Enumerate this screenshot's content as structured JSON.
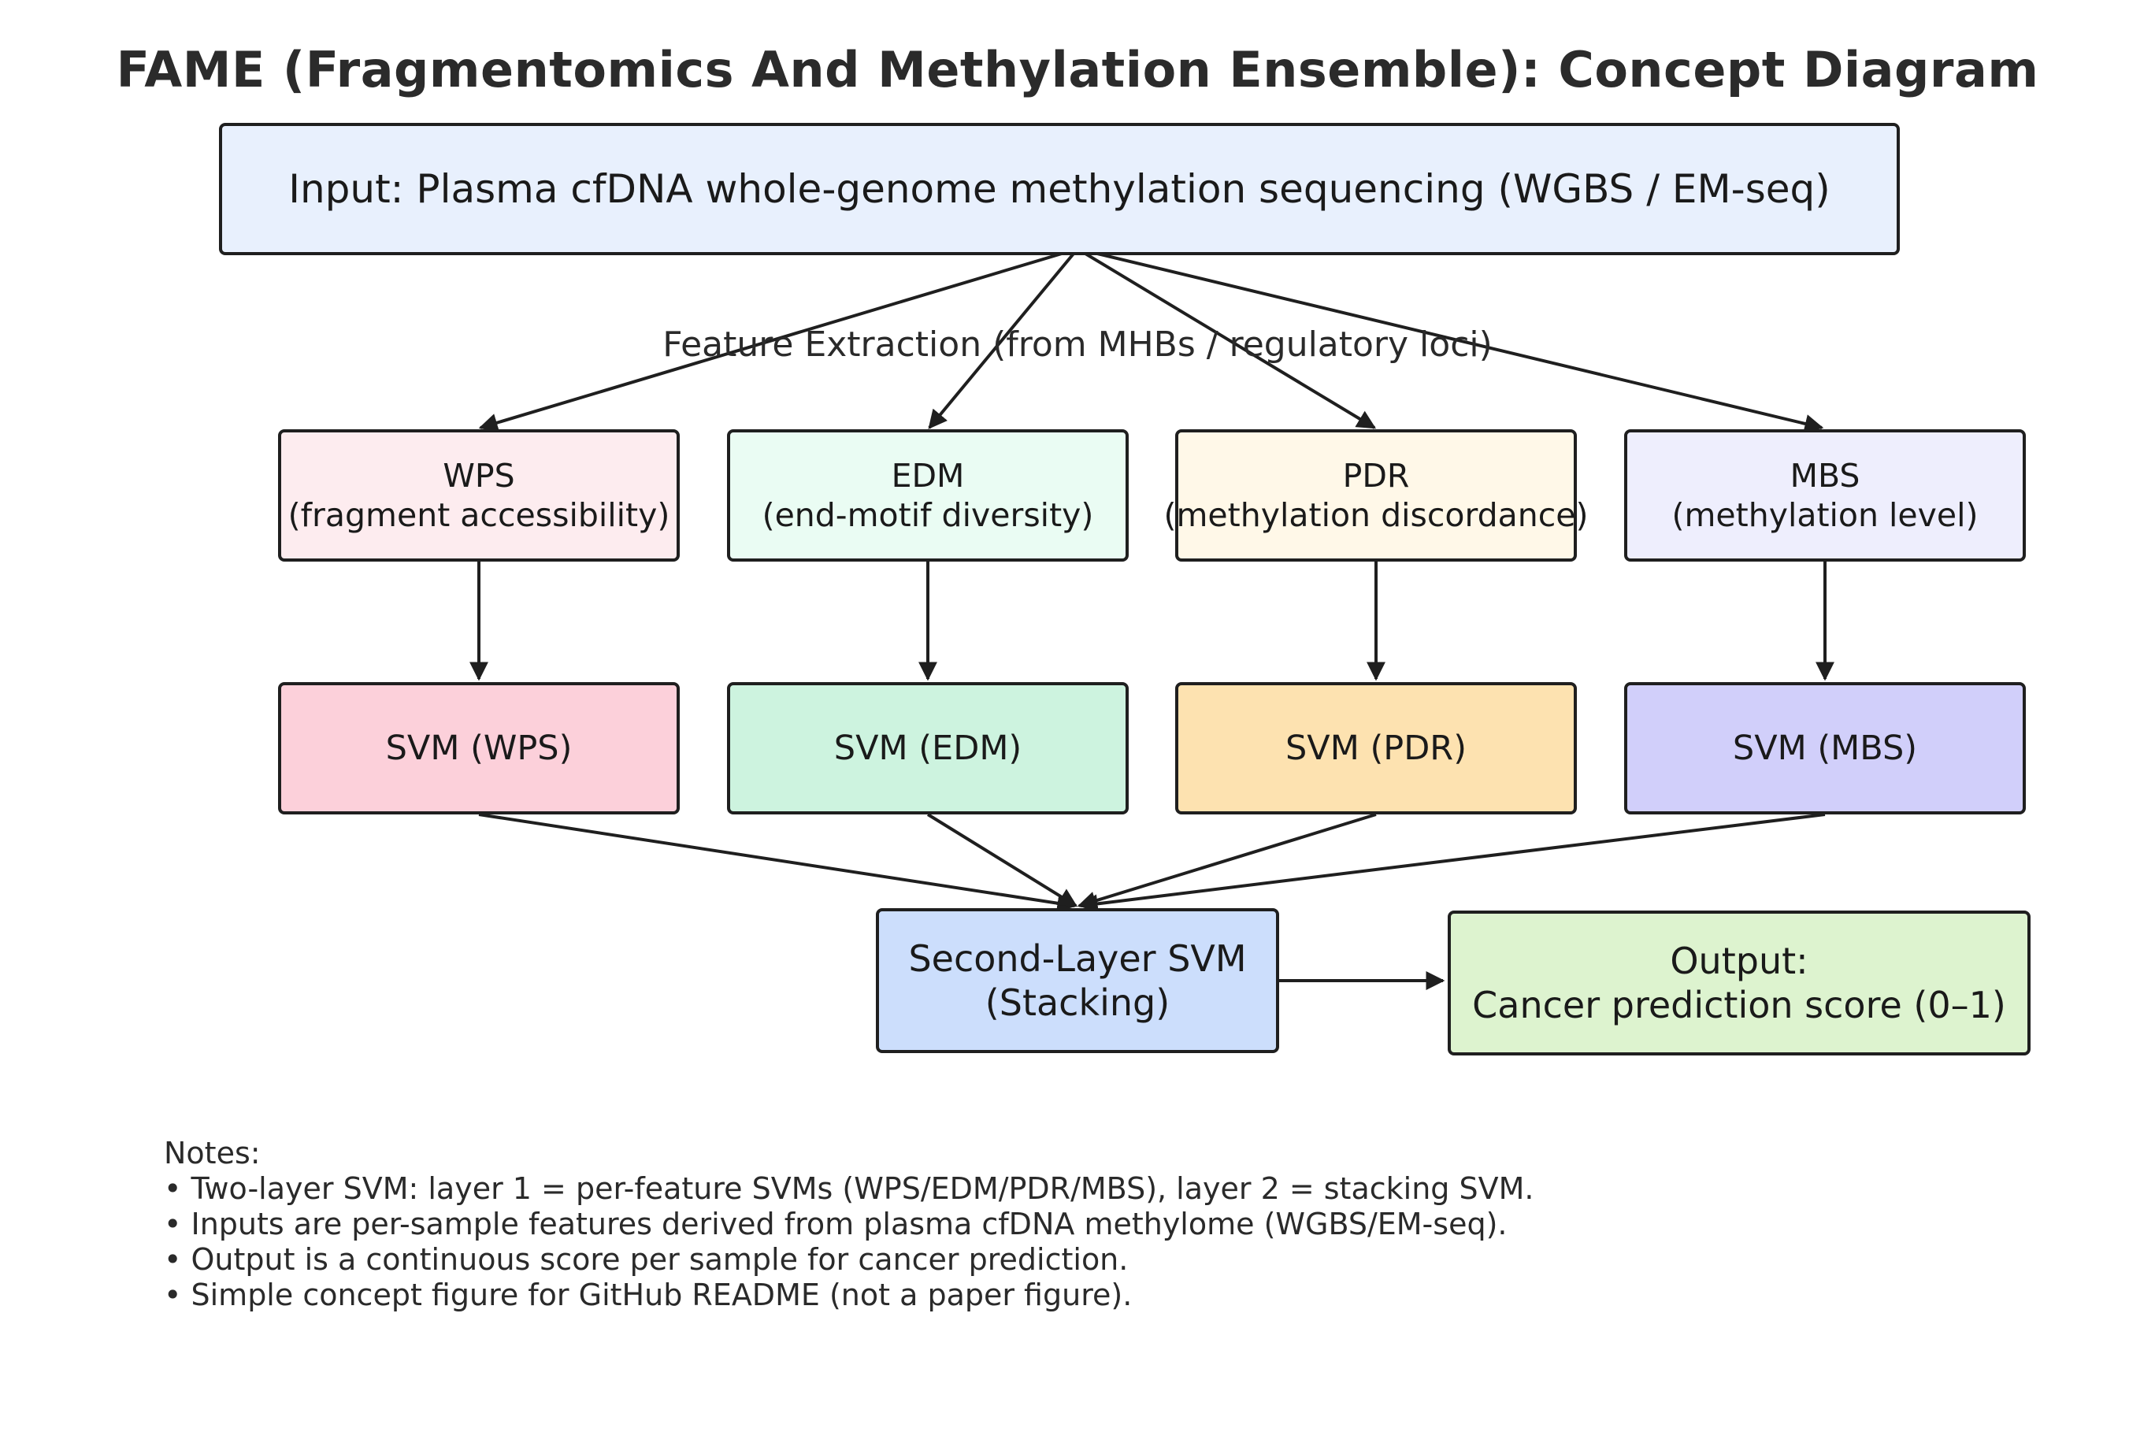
{
  "title": "FAME (Fragmentomics And Methylation Ensemble): Concept Diagram",
  "input_box": "Input: Plasma cfDNA whole-genome methylation sequencing (WGBS / EM-seq)",
  "feature_extraction_label": "Feature Extraction (from MHBs / regulatory loci)",
  "features": [
    {
      "name": "WPS",
      "desc": "(fragment accessibility)",
      "color": "#fdecef"
    },
    {
      "name": "EDM",
      "desc": "(end-motif diversity)",
      "color": "#eafcf3"
    },
    {
      "name": "PDR",
      "desc": "(methylation discordance)",
      "color": "#fff8e8"
    },
    {
      "name": "MBS",
      "desc": "(methylation level)",
      "color": "#eeeefd"
    }
  ],
  "svms": [
    {
      "label": "SVM (WPS)",
      "color": "#fcd0da"
    },
    {
      "label": "SVM (EDM)",
      "color": "#cdf3df"
    },
    {
      "label": "SVM (PDR)",
      "color": "#fde2b0"
    },
    {
      "label": "SVM (MBS)",
      "color": "#d1cffa"
    }
  ],
  "stacking": {
    "line1": "Second-Layer SVM",
    "line2": "(Stacking)",
    "color": "#ccdefc"
  },
  "output": {
    "line1": "Output:",
    "line2": "Cancer prediction score (0–1)",
    "color": "#ddf3cf"
  },
  "notes": {
    "heading": "Notes:",
    "items": [
      "• Two-layer SVM: layer 1 = per-feature SVMs (WPS/EDM/PDR/MBS), layer 2 = stacking SVM.",
      "• Inputs are per-sample features derived from plasma cfDNA methylome (WGBS/EM-seq).",
      "• Output is a continuous score per sample for cancer prediction.",
      "• Simple concept figure for GitHub README (not a paper figure)."
    ]
  }
}
